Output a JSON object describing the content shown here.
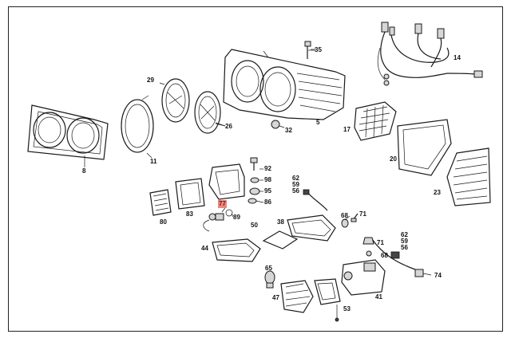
{
  "diagram": {
    "highlight_color": "#e8897f",
    "labels": [
      {
        "id": "p35",
        "text": "35"
      },
      {
        "id": "p14",
        "text": "14"
      },
      {
        "id": "p29",
        "text": "29"
      },
      {
        "id": "p11",
        "text": "11"
      },
      {
        "id": "p26",
        "text": "26"
      },
      {
        "id": "p32",
        "text": "32"
      },
      {
        "id": "p5",
        "text": "5"
      },
      {
        "id": "p17",
        "text": "17"
      },
      {
        "id": "p8",
        "text": "8"
      },
      {
        "id": "p92",
        "text": "92"
      },
      {
        "id": "p98",
        "text": "98"
      },
      {
        "id": "p95",
        "text": "95"
      },
      {
        "id": "p86",
        "text": "86"
      },
      {
        "id": "p62a",
        "text": "62"
      },
      {
        "id": "p59a",
        "text": "59"
      },
      {
        "id": "p56a",
        "text": "56"
      },
      {
        "id": "p20",
        "text": "20"
      },
      {
        "id": "p23",
        "text": "23"
      },
      {
        "id": "p77",
        "text": "77",
        "highlight": true
      },
      {
        "id": "p80",
        "text": "80"
      },
      {
        "id": "p83",
        "text": "83"
      },
      {
        "id": "p89",
        "text": "89"
      },
      {
        "id": "p68a",
        "text": "68"
      },
      {
        "id": "p71a",
        "text": "71"
      },
      {
        "id": "p38",
        "text": "38"
      },
      {
        "id": "p50",
        "text": "50"
      },
      {
        "id": "p62b",
        "text": "62"
      },
      {
        "id": "p59b",
        "text": "59"
      },
      {
        "id": "p56b",
        "text": "56"
      },
      {
        "id": "p71b",
        "text": "71"
      },
      {
        "id": "p68b",
        "text": "68"
      },
      {
        "id": "p44",
        "text": "44"
      },
      {
        "id": "p65",
        "text": "65"
      },
      {
        "id": "p74",
        "text": "74"
      },
      {
        "id": "p47",
        "text": "47"
      },
      {
        "id": "p41",
        "text": "41"
      },
      {
        "id": "p53",
        "text": "53"
      }
    ]
  }
}
